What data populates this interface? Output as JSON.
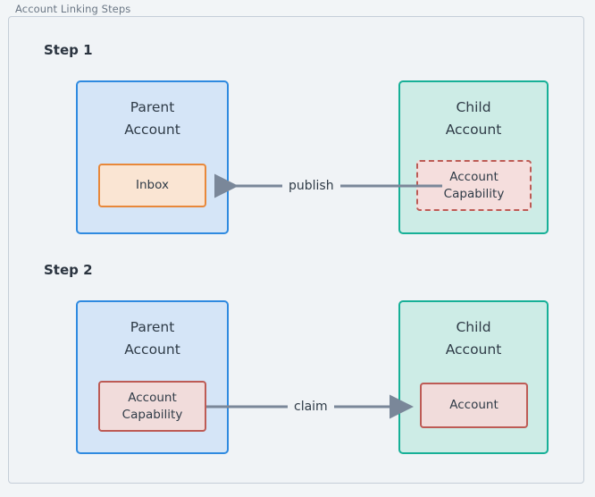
{
  "diagram": {
    "title": "Account Linking Steps",
    "background_color": "#f0f3f6",
    "frame_border_color": "#c5ced8",
    "steps": [
      {
        "label": "Step 1",
        "parent": {
          "title": "Parent\nAccount",
          "fill": "#d5e5f7",
          "stroke": "#2f8ae0",
          "chips": [
            {
              "label": "Inbox",
              "fill": "#fae5d3",
              "stroke": "#e8883a",
              "style": "solid"
            }
          ]
        },
        "child": {
          "title": "Child\nAccount",
          "fill": "#cdece6",
          "stroke": "#17b097",
          "chips": [
            {
              "label": "Account\nCapability",
              "fill": "#f5dedd",
              "stroke": "#bd5b55",
              "style": "dashed"
            }
          ]
        },
        "edge": {
          "label": "publish",
          "direction": "right-to-left",
          "color": "#7a8799"
        }
      },
      {
        "label": "Step 2",
        "parent": {
          "title": "Parent\nAccount",
          "fill": "#d5e5f7",
          "stroke": "#2f8ae0",
          "chips": [
            {
              "label": "Account\nCapability",
              "fill": "#f1dcdb",
              "stroke": "#bd5b55",
              "style": "solid"
            }
          ]
        },
        "child": {
          "title": "Child\nAccount",
          "fill": "#cdece6",
          "stroke": "#17b097",
          "chips": [
            {
              "label": "Account",
              "fill": "#f1dcdb",
              "stroke": "#bd5b55",
              "style": "solid"
            }
          ]
        },
        "edge": {
          "label": "claim",
          "direction": "left-to-right",
          "color": "#7a8799"
        }
      }
    ]
  }
}
